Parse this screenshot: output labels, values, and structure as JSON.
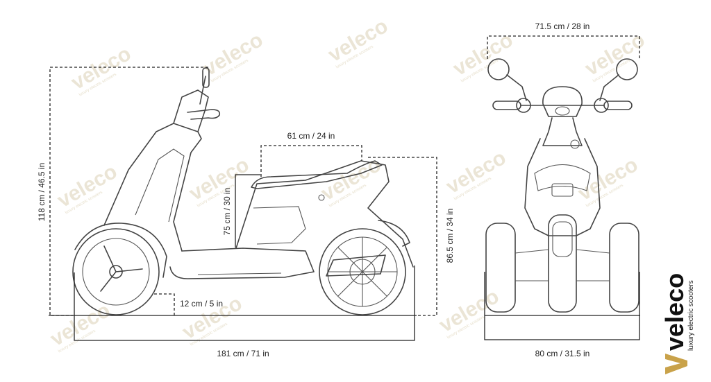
{
  "watermark": {
    "word": "veleco",
    "tagline": "luxury electric scooters"
  },
  "brand": {
    "name": "veleco",
    "tagline": "luxury electric scooters",
    "accent": "#c9a24a"
  },
  "dimensions": {
    "total_height": "118 cm / 46.5 in",
    "seat_length": "61 cm / 24 in",
    "seat_height": "75 cm / 30 in",
    "ground_clearance": "12 cm / 5 in",
    "rear_height": "86.5 cm / 34 in",
    "total_length": "181 cm / 71 in",
    "mirror_width": "71.5 cm / 28 in",
    "total_width": "80 cm / 31.5 in"
  }
}
